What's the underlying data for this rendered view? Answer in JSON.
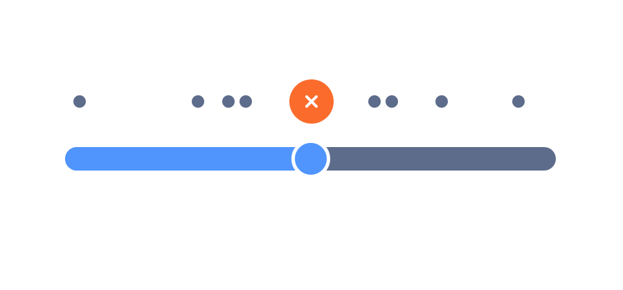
{
  "colors": {
    "background": "#ffffff",
    "marker": "#5d6c8b",
    "accent": "#fb6c2c",
    "track_fill": "#4f95fd",
    "track_rail": "#5d6c8b",
    "thumb": "#4f95fd",
    "icon_glyph": "#ffffff"
  },
  "slider": {
    "value": 0.5
  },
  "markers": [
    0.0,
    0.258,
    0.325,
    0.363,
    0.644,
    0.682,
    0.79,
    0.957
  ],
  "clear_button": {
    "icon": "close-icon"
  }
}
